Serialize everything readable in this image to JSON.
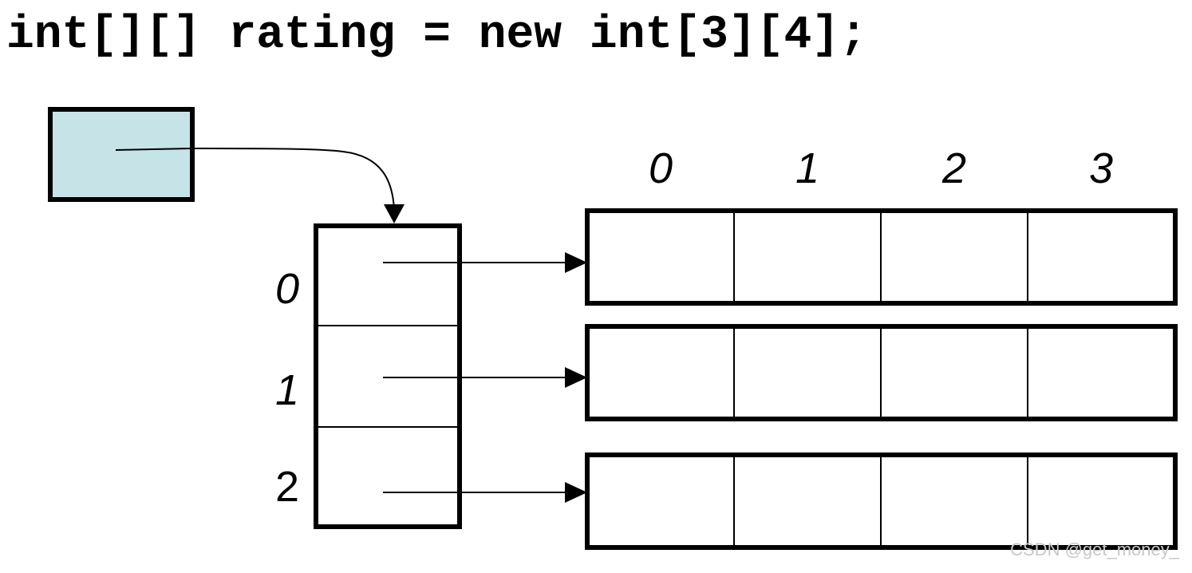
{
  "code": "int[][] rating = new int[3][4];",
  "reference_box_color": "#c6e4e8",
  "column_indices": [
    "0",
    "1",
    "2",
    "3"
  ],
  "row_indices": [
    "0",
    "1",
    "2"
  ],
  "watermark": "CSDN @get_money_"
}
